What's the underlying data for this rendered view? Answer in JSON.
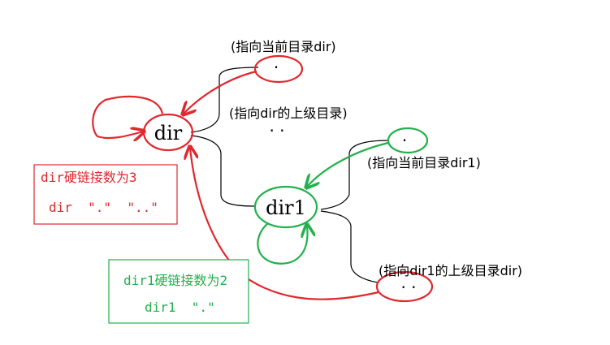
{
  "nodes": {
    "dir_label": "dir",
    "dir1_label": "dir1",
    "dot_top": ".",
    "dotdot_mid": ". .",
    "dot_green": ".",
    "dotdot_bottom": ". ."
  },
  "annotations": {
    "dot_top": "(指向当前目录dir)",
    "dotdot_mid": "(指向dir的上级目录)",
    "dot_green": "(指向当前目录dir1)",
    "dotdot_bottom": "(指向dir1的上级目录dir)"
  },
  "red_box": {
    "line1": "dir硬链接数为3",
    "line2": "dir  \".\"  \"..\""
  },
  "green_box": {
    "line1": "dir1硬链接数为2",
    "line2": "dir1  \".\""
  },
  "colors": {
    "red": "#e0282e",
    "green": "#22b14c",
    "black": "#000000"
  }
}
